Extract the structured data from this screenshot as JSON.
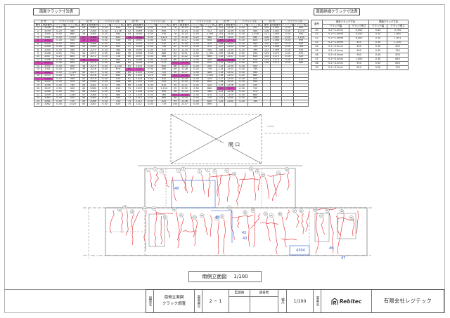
{
  "sheet": {
    "left_table_title": "南面クラック寸法表",
    "right_table_title": "南面詳細クラック寸法表",
    "opening_label": "開 口",
    "drawing_title": "南側立面図",
    "drawing_scale": "1/100"
  },
  "crack_table": {
    "header_group": [
      "記 号",
      "クラック寸法"
    ],
    "sub_headers": [
      "番号",
      "調査番号",
      "クラック幅",
      "クラック長さ"
    ],
    "highlight_color": "#e04bc4",
    "highlights": [
      [
        4,
        0
      ],
      [
        11,
        0
      ],
      [
        14,
        0
      ],
      [
        16,
        0
      ],
      [
        3,
        1
      ],
      [
        4,
        1
      ],
      [
        10,
        1
      ],
      [
        3,
        2
      ],
      [
        13,
        2
      ],
      [
        11,
        3
      ],
      [
        15,
        3
      ],
      [
        21,
        3
      ],
      [
        4,
        4
      ],
      [
        10,
        4
      ],
      [
        19,
        4
      ]
    ],
    "groups": [
      [
        [
          "1",
          "2036",
          "0.20",
          "580"
        ],
        [
          "2",
          "2039",
          "0.25",
          "360"
        ],
        [
          "3",
          "2040",
          "0.30",
          "860"
        ],
        [
          "4",
          "2041",
          "0.30",
          "1,050"
        ],
        [
          "5",
          "2042",
          "0.30",
          "500"
        ],
        [
          "6",
          "2043",
          "0.35",
          "420"
        ],
        [
          "7",
          "2044",
          "0.30",
          "660"
        ],
        [
          "8",
          "2045",
          "0.30",
          "380"
        ],
        [
          "9",
          "2046",
          "0.25",
          "750"
        ],
        [
          "10",
          "2047",
          "0.25",
          "800"
        ],
        [
          "11",
          "2048",
          "0.30",
          "940"
        ],
        [
          "12",
          "2049",
          "0.30",
          "650"
        ],
        [
          "13",
          "2050",
          "0.30",
          "450"
        ],
        [
          "14",
          "2051",
          "0.30",
          "620"
        ],
        [
          "15",
          "2052",
          "0.30",
          "1,120"
        ],
        [
          "16",
          "2053",
          "0.30",
          "470"
        ],
        [
          "17",
          "2054",
          "0.25",
          "380"
        ],
        [
          "18",
          "2055",
          "0.30",
          "520"
        ],
        [
          "19",
          "2056",
          "0.30",
          "760"
        ],
        [
          "20",
          "2057",
          "0.35",
          "430"
        ],
        [
          "21",
          "2058",
          "0.30",
          "930"
        ],
        [
          "22",
          "2059",
          "0.30",
          "1,587"
        ],
        [
          "23",
          "2060",
          "0.30",
          "550"
        ],
        [
          "24",
          "2061",
          "0.30",
          "700"
        ],
        [
          "25",
          "2062",
          "0.30",
          "1,020"
        ]
      ],
      [
        [
          "26",
          "2063",
          "0.30",
          "610"
        ],
        [
          "27",
          "2064",
          "0.30",
          "2,216"
        ],
        [
          "28",
          "2065",
          "0.25",
          "440"
        ],
        [
          "29",
          "2066",
          "0.30",
          "820"
        ],
        [
          "30",
          "2067",
          "0.30",
          "530"
        ],
        [
          "31",
          "2068",
          "0.35",
          "470"
        ],
        [
          "32",
          "2069",
          "0.30",
          "900"
        ],
        [
          "33",
          "2070",
          "0.30",
          "380"
        ],
        [
          "34",
          "2071",
          "0.30",
          "640"
        ],
        [
          "35",
          "2072",
          "0.25",
          "710"
        ],
        [
          "36",
          "2073",
          "0.30",
          "560"
        ],
        [
          "37",
          "2074",
          "0.30",
          "480"
        ],
        [
          "38",
          "2075",
          "0.30",
          "1,200"
        ],
        [
          "39",
          "2076",
          "0.30",
          "670"
        ],
        [
          "40",
          "2077",
          "0.30",
          "390"
        ],
        [
          "41",
          "2078",
          "0.35",
          "850"
        ],
        [
          "42",
          "2079",
          "0.30",
          "520"
        ],
        [
          "43",
          "2080",
          "0.30",
          "440"
        ],
        [
          "44",
          "2081",
          "0.30",
          "760"
        ],
        [
          "45",
          "2082",
          "0.25",
          "610"
        ],
        [
          "46",
          "2083",
          "0.30",
          "930"
        ],
        [
          "47",
          "2084",
          "0.30",
          "480"
        ],
        [
          "48",
          "2085",
          "0.30",
          "550"
        ],
        [
          "49",
          "2086",
          "0.30",
          "700"
        ],
        [
          "50",
          "2087",
          "0.30",
          "820"
        ]
      ],
      [
        [
          "51",
          "2088",
          "0.30",
          "470"
        ],
        [
          "52",
          "2089",
          "0.30",
          "900"
        ],
        [
          "53",
          "2090",
          "0.35",
          "530"
        ],
        [
          "54",
          "2091",
          "0.30",
          "1,121"
        ],
        [
          "55",
          "2092",
          "0.30",
          "620"
        ],
        [
          "56",
          "2093",
          "0.25",
          "410"
        ],
        [
          "57",
          "2094",
          "0.30",
          "740"
        ],
        [
          "58",
          "2095",
          "0.30",
          "520"
        ],
        [
          "59",
          "2096",
          "0.30",
          "880"
        ],
        [
          "60",
          "2097",
          "0.30",
          "460"
        ],
        [
          "61",
          "2098",
          "0.30",
          "2,001"
        ],
        [
          "62",
          "2099",
          "0.35",
          "570"
        ],
        [
          "63",
          "2100",
          "0.30",
          "640"
        ],
        [
          "64",
          "2101",
          "0.30",
          "380"
        ],
        [
          "65",
          "2102",
          "0.30",
          "720"
        ],
        [
          "66",
          "2103",
          "0.25",
          "590"
        ],
        [
          "67",
          "2104",
          "0.30",
          "830"
        ],
        [
          "68",
          "2105",
          "0.30",
          "450"
        ],
        [
          "69",
          "2106",
          "0.30",
          "610"
        ],
        [
          "70",
          "2107",
          "0.30",
          "1,100"
        ],
        [
          "71",
          "2108",
          "0.30",
          "490"
        ],
        [
          "72",
          "2109",
          "0.35",
          "560"
        ],
        [
          "73",
          "2110",
          "0.30",
          "680"
        ],
        [
          "74",
          "2111",
          "0.30",
          "420"
        ],
        [
          "75",
          "2112",
          "0.30",
          "770"
        ]
      ],
      [
        [
          "76",
          "2113",
          "0.30",
          "750"
        ],
        [
          "77",
          "2114",
          "0.30",
          "512"
        ],
        [
          "78",
          "2115",
          "0.30",
          "1,149"
        ],
        [
          "79",
          "2116",
          "0.25",
          "380"
        ],
        [
          "80",
          "2117",
          "0.30",
          "640"
        ],
        [
          "81",
          "2118",
          "0.30",
          "920"
        ],
        [
          "82",
          "2119",
          "0.30",
          "470"
        ],
        [
          "83",
          "2120",
          "0.35",
          "540"
        ],
        [
          "84",
          "2121",
          "0.30",
          "1,190"
        ],
        [
          "85",
          "2122",
          "0.30",
          "660"
        ],
        [
          "86",
          "2123",
          "0.30",
          "430"
        ],
        [
          "87",
          "2124",
          "0.30",
          "810"
        ],
        [
          "88",
          "2125",
          "0.30",
          "590"
        ],
        [
          "89",
          "2126",
          "0.25",
          "730"
        ],
        [
          "90",
          "2127",
          "0.30",
          "480"
        ],
        [
          "91",
          "2128",
          "0.30",
          "1,000"
        ],
        [
          "92",
          "2129",
          "0.30",
          "520"
        ],
        [
          "93",
          "2130",
          "0.30",
          "690"
        ],
        [
          "94",
          "2131",
          "0.35",
          "410"
        ],
        [
          "95",
          "2132",
          "0.30",
          "880"
        ],
        [
          "96",
          "2133",
          "0.30",
          "560"
        ],
        [
          "97",
          "2134",
          "0.30",
          "470"
        ],
        [
          "98",
          "2135",
          "0.30",
          "720"
        ],
        [
          "99",
          "2136",
          "0.30",
          "630"
        ],
        [
          "100",
          "2137",
          "0.30",
          "890"
        ]
      ],
      [
        [
          "101",
          "2138",
          "0.30",
          "595"
        ],
        [
          "102",
          "2139",
          "0.30",
          "440"
        ],
        [
          "103",
          "2140",
          "0.30",
          "1,400"
        ],
        [
          "104",
          "2141",
          "0.25",
          "560"
        ],
        [
          "105",
          "2142",
          "0.30",
          "820"
        ],
        [
          "106",
          "2143",
          "0.30",
          "480"
        ],
        [
          "107",
          "2144",
          "0.30",
          "700"
        ],
        [
          "108",
          "2145",
          "0.35",
          "390"
        ],
        [
          "109",
          "2146",
          "0.30",
          "930"
        ],
        [
          "110",
          "2147",
          "0.30",
          "610"
        ],
        [
          "111",
          "2148",
          "0.30",
          "520"
        ],
        [
          "112",
          "2149",
          "0.30",
          "870"
        ],
        [
          "113",
          "2150",
          "0.30",
          "450"
        ],
        [
          "114",
          "2151",
          "0.30",
          "740"
        ],
        [
          "115",
          "2152",
          "0.30",
          "560"
        ],
        [
          "116",
          "2153",
          "0.25",
          "680"
        ],
        [
          "117",
          "2154",
          "0.30",
          "420"
        ],
        [
          "118",
          "2155",
          "0.30",
          "990"
        ],
        [
          "119",
          "2156",
          "0.30",
          "530"
        ],
        [
          "120",
          "2157",
          "0.30",
          "710"
        ],
        [
          "121",
          "2158",
          "0.35",
          "470"
        ],
        [
          "122",
          "2159",
          "0.30",
          "640"
        ],
        [
          "123",
          "2160",
          "0.30",
          "580"
        ],
        [
          "124",
          "2161",
          "0.30",
          "760"
        ]
      ],
      [
        [
          "125",
          "2162",
          "0.30",
          "400"
        ],
        [
          "126",
          "2163",
          "0.30",
          "1,070"
        ],
        [
          "127",
          "2164",
          "0.30",
          "540"
        ],
        [
          "128",
          "2165",
          "0.30",
          "1,240"
        ],
        [
          "129",
          "2166",
          "0.30",
          "490"
        ],
        [
          "130",
          "2167",
          "0.25",
          "650"
        ],
        [
          "131",
          "2168",
          "0.30",
          "780"
        ],
        [
          "132",
          "2169",
          "0.30",
          "430"
        ],
        [
          "133",
          "2170",
          "0.30",
          "870"
        ],
        [
          "134",
          "2171",
          "0.30",
          "520"
        ],
        [
          "135",
          "2172",
          "0.30",
          "610"
        ],
        [
          "136",
          "2173",
          "0.30",
          "980"
        ]
      ]
    ]
  },
  "detail_table": {
    "headers": [
      "番号",
      "設計クラック寸法",
      "表面クラック寸法"
    ],
    "sub_headers": [
      "クラック幅",
      "クラック長さ",
      "クラック幅",
      "クラック長さ"
    ],
    "rows": [
      [
        "40",
        "0.2～1.0mm",
        "6,900",
        "0.40",
        "3,700"
      ],
      [
        "41",
        "0.2～1.0mm",
        "4,550",
        "0.30",
        "1,600"
      ],
      [
        "42",
        "0.2～1.0mm",
        "6,000",
        "0.30",
        "1,951"
      ],
      [
        "43",
        "0.2～1.0mm",
        "450",
        "0.30",
        "1,150"
      ],
      [
        "44",
        "0.2～0.5mm",
        "400",
        "0.30",
        "400"
      ],
      [
        "45",
        "0.2～0.5mm",
        "500",
        "0.35",
        "750"
      ],
      [
        "46",
        "0.2～0.5mm",
        "500",
        "0.30",
        "500"
      ],
      [
        "47",
        "0.2～0.5mm",
        "1,000",
        "0.30",
        "650"
      ],
      [
        "48",
        "0.2～0.5mm",
        "550",
        "0.30",
        "600"
      ],
      [
        "49",
        "0.2～0.5mm",
        "550",
        "0.30",
        "700"
      ]
    ]
  },
  "drawing": {
    "crack_color": "#e0242c",
    "label_color": "#2a5ad8",
    "crack_markers": [
      "1",
      "2",
      "3",
      "4",
      "5",
      "6",
      "7",
      "8",
      "9",
      "10",
      "11",
      "12",
      "13",
      "14",
      "15",
      "16",
      "17",
      "18",
      "19",
      "20",
      "21",
      "22",
      "23",
      "24",
      "25",
      "26",
      "27",
      "28",
      "29",
      "30",
      "31",
      "32",
      "33",
      "34",
      "35",
      "36",
      "37",
      "38",
      "39",
      "40"
    ],
    "blue_labels": [
      "48",
      "45",
      "42",
      "43",
      "4304",
      "46",
      "47"
    ]
  },
  "title_block": {
    "drawing_name_label": "図面名",
    "drawing_name_1": "南側立面図",
    "drawing_name_2": "クラック調査",
    "drawing_number_label": "図面番号",
    "drawing_number": "2 − 1",
    "supervisor_label": "監督員",
    "surveyor_label": "調査者",
    "scale_label": "縮尺",
    "scale": "1/100",
    "company_label": "業者名",
    "logo_text": "Rebitec",
    "company_name": "有限会社レジテック"
  }
}
